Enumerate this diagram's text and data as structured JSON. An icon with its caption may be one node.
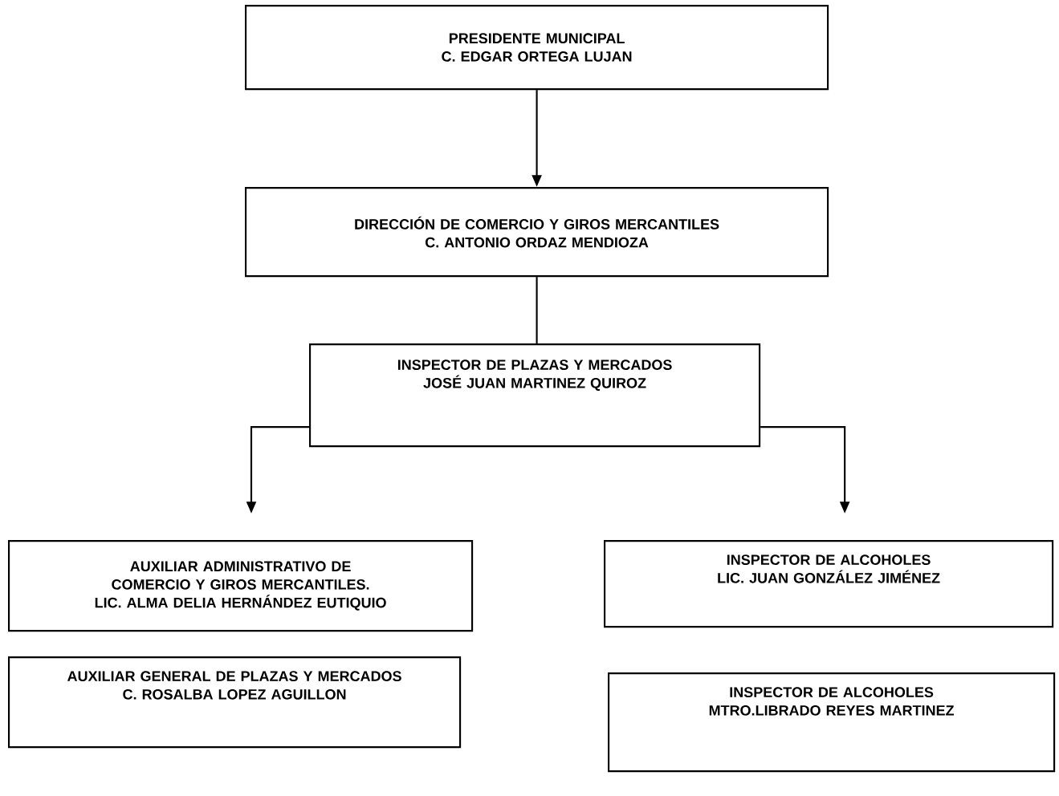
{
  "diagram": {
    "nodes": [
      {
        "text": [
          "PRESIDENTE MUNICIPAL",
          "C. EDGAR ORTEGA LUJAN"
        ]
      },
      {
        "text": [
          "DIRECCIÓN DE COMERCIO Y GIROS MERCANTILES",
          "C. ANTONIO ORDAZ MENDIOZA"
        ]
      },
      {
        "text": [
          "INSPECTOR  DE PLAZAS Y MERCADOS",
          "JOSÉ JUAN MARTINEZ QUIROZ"
        ]
      },
      {
        "text": [
          "AUXILIAR ADMINISTRATIVO DE COMERCIO Y GIROS MERCANTILES.",
          "LIC. ALMA DELIA HERNÁNDEZ EUTIQUIO"
        ]
      },
      {
        "text": [
          "INSPECTOR DE ALCOHOLES",
          "LIC. JUAN GONZÁLEZ JIMÉNEZ"
        ]
      },
      {
        "text": [
          "AUXILIAR GENERAL DE PLAZAS Y MERCADOS",
          "C. ROSALBA LOPEZ AGUILLON"
        ]
      },
      {
        "text": [
          "INSPECTOR DE ALCOHOLES",
          "MTRO.LIBRADO REYES MARTINEZ"
        ]
      }
    ],
    "edges": [
      {
        "from": 0,
        "to": 1,
        "arrow": "to"
      },
      {
        "from": 1,
        "to": 2,
        "arrow": "none"
      },
      {
        "from": 2,
        "to": 3,
        "arrow": "to"
      },
      {
        "from": 2,
        "to": 4,
        "arrow": "to"
      }
    ]
  }
}
